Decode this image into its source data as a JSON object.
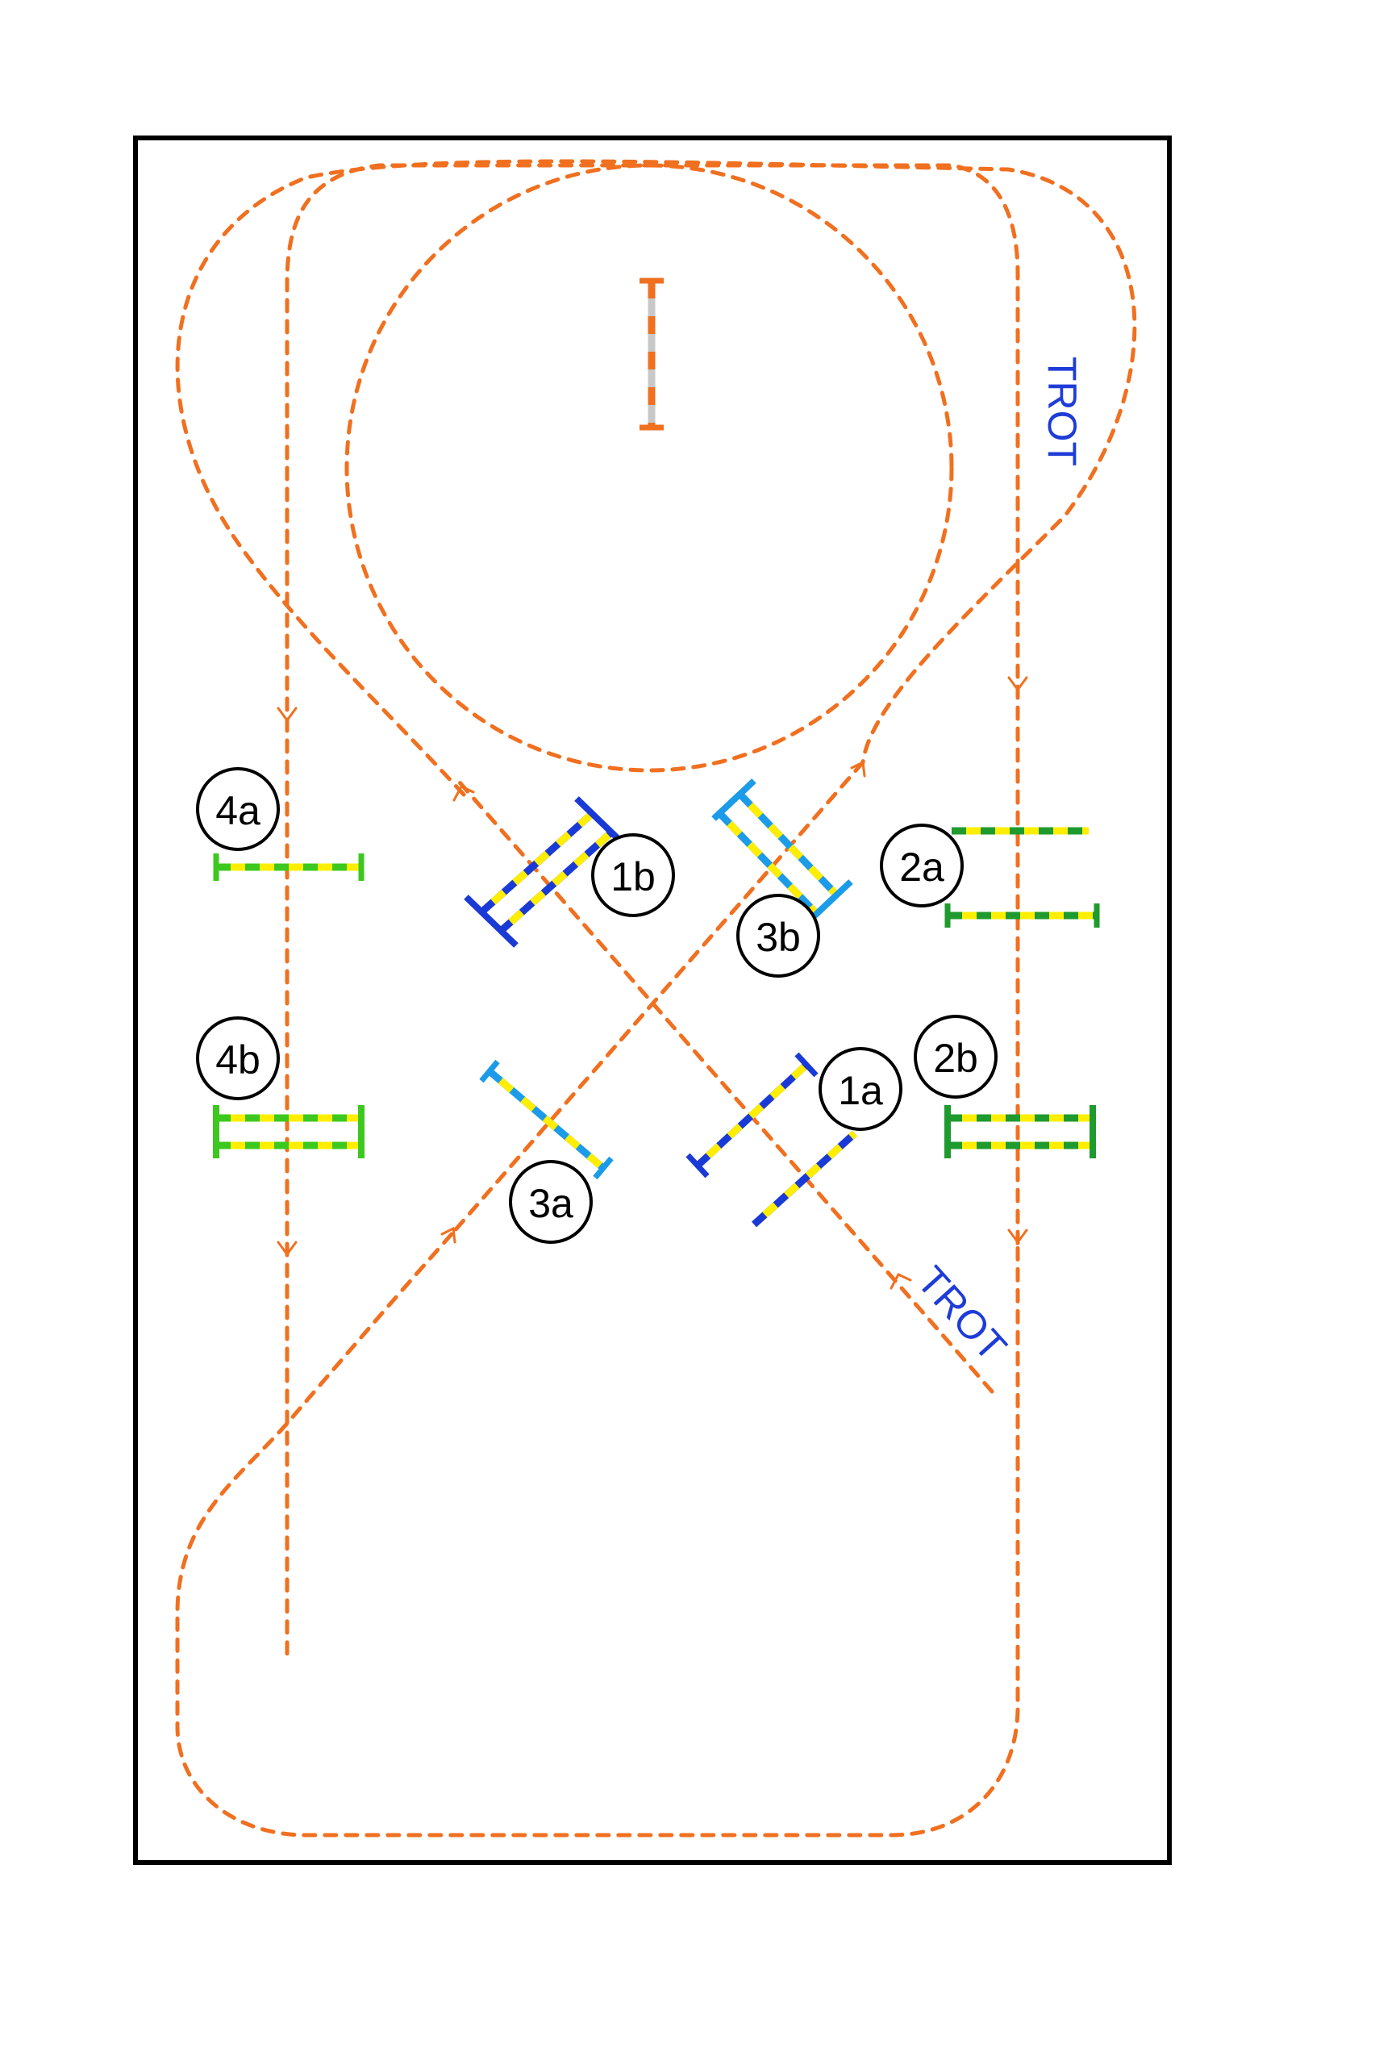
{
  "labels": {
    "l1a": "1a",
    "l1b": "1b",
    "l2a": "2a",
    "l2b": "2b",
    "l3a": "3a",
    "l3b": "3b",
    "l4a": "4a",
    "l4b": "4b"
  },
  "trot_upper": "TROT",
  "trot_lower": "TROT",
  "colors": {
    "route": "#f07020",
    "trot_text": "#1e3cd8",
    "arena_border": "#000000",
    "pole_stripe": "#ffee00",
    "pole_dark_blue": "#1a3ad6",
    "pole_light_blue": "#1c9be8",
    "pole_dark_green": "#1f9a2e",
    "pole_light_green": "#3cc81e",
    "pole_orange": "#f07020",
    "pole_grey": "#c8c8c8"
  }
}
